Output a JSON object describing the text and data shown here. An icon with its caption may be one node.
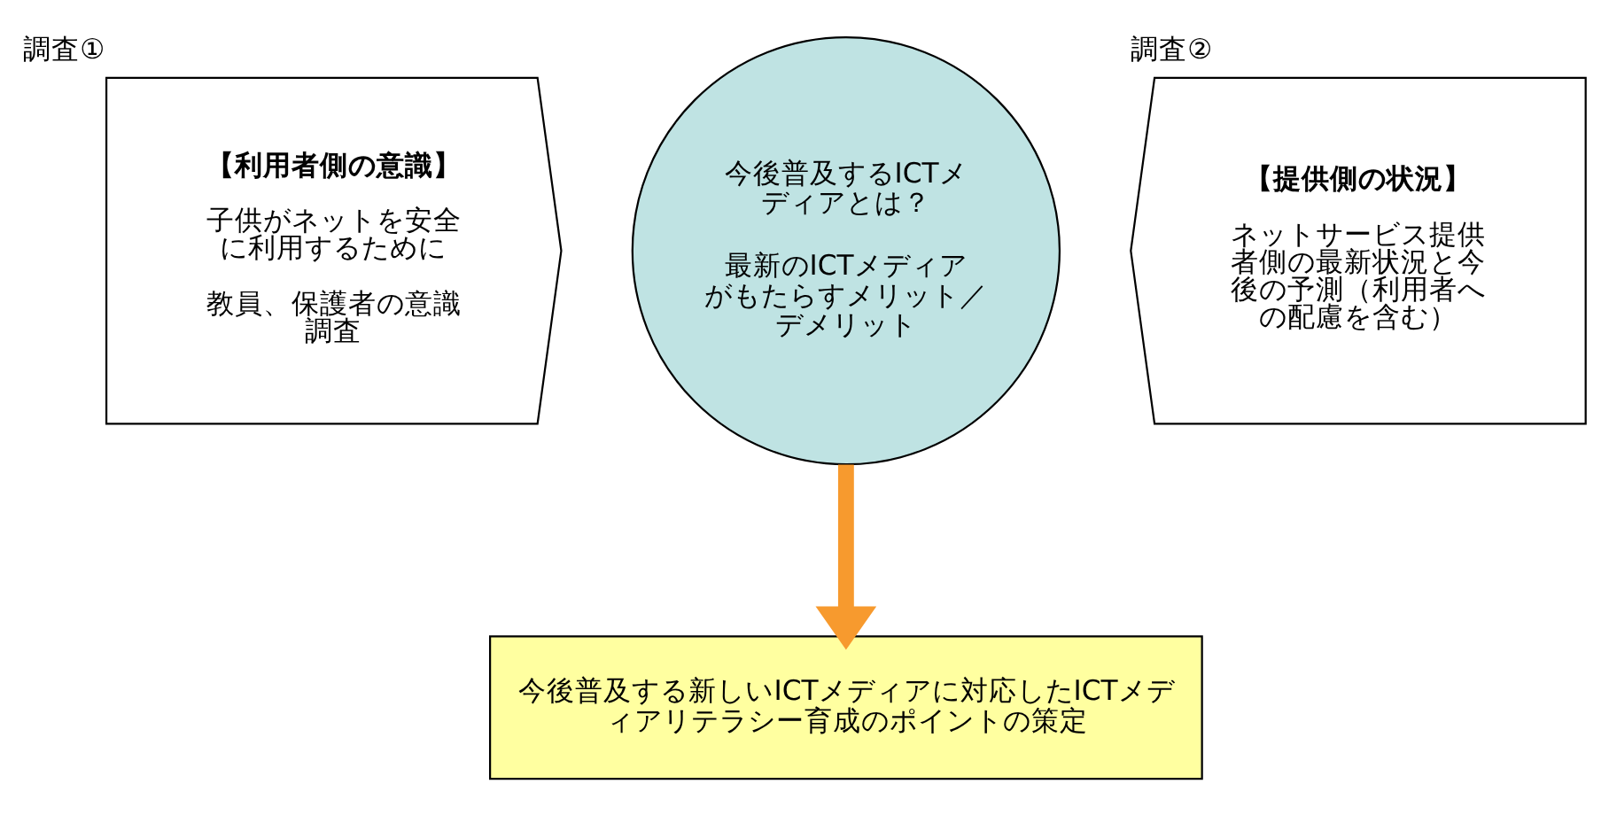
{
  "diagram": {
    "nodes": [
      {
        "text": [
          "【利用者側の意識】",
          "子供がネットを安全に利用するために",
          "教員、保護者の意識調査"
        ],
        "beside": [
          "調査①"
        ]
      },
      {
        "text": [
          "今後普及するICTメディアとは？",
          "最新のICTメディアがもたらすメリット／デメリット"
        ]
      },
      {
        "text": [
          "【提供側の状況】",
          "ネットサービス提供者側の最新状況と今後の予測（利用者への配慮を含む）"
        ],
        "beside": [
          "調査②"
        ]
      },
      {
        "text": [
          "今後普及する新しいICTメディアに対応したICTメディアリテラシー育成のポイントの策定"
        ]
      }
    ],
    "edges": [
      {
        "from": 1,
        "to": 3,
        "arrow": "to",
        "color": "#f79a2e"
      }
    ]
  }
}
